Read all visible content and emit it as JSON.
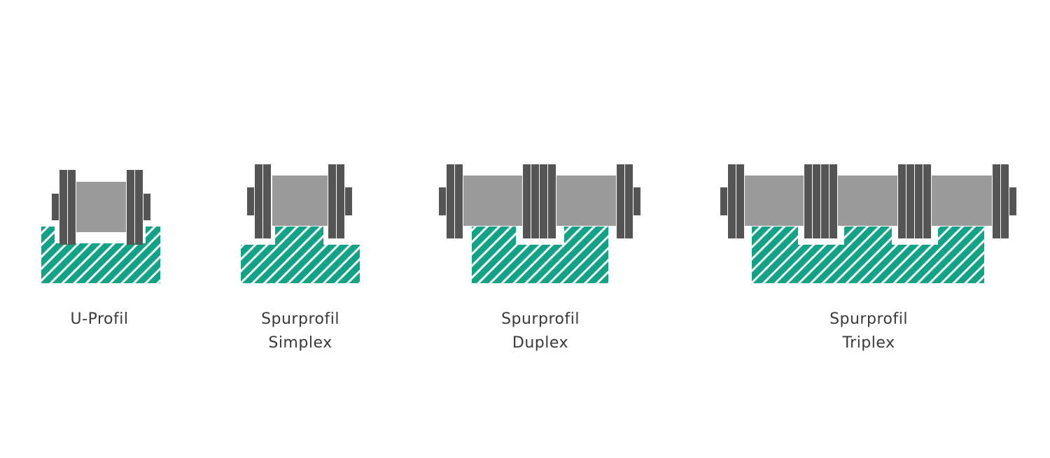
{
  "colors": {
    "roller": "#555555",
    "sleeve": "#9b9b9b",
    "track": "#12a386",
    "hatch": "#ffffff",
    "text": "#3a3a3a",
    "background": "#ffffff"
  },
  "profiles": [
    {
      "id": "u-profil",
      "line1": "U-Profil",
      "line2": ""
    },
    {
      "id": "simplex",
      "line1": "Spurprofil",
      "line2": "Simplex"
    },
    {
      "id": "duplex",
      "line1": "Spurprofil",
      "line2": "Duplex"
    },
    {
      "id": "triplex",
      "line1": "Spurprofil",
      "line2": "Triplex"
    }
  ]
}
